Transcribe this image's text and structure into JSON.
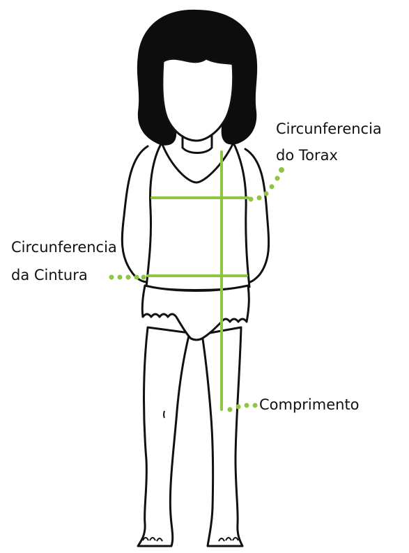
{
  "labels": {
    "chest_line1": "Circunferencia",
    "chest_line2": "do Torax",
    "waist_line1": "Circunferencia",
    "waist_line2": "da Cintura",
    "length": "Comprimento"
  },
  "colors": {
    "measure": "#8dc63f",
    "outline": "#111111",
    "hair": "#0d0d0d"
  }
}
